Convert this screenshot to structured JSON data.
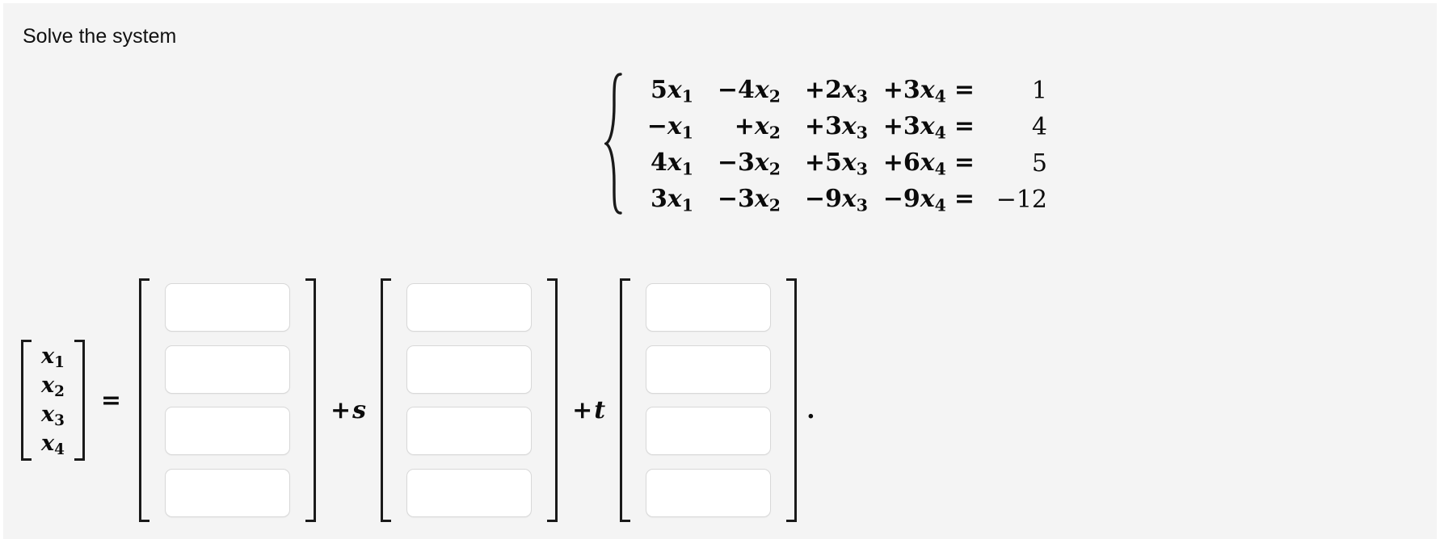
{
  "prompt": "Solve the system",
  "colors": {
    "page_background": "#f4f4f4",
    "input_background": "#ffffff",
    "input_border": "#d8d8d8",
    "math_text": "#0b0b0b",
    "prompt_text": "#111111"
  },
  "system": {
    "brace": "left-curly-brace",
    "rows": [
      {
        "terms": [
          "5x₁",
          "−4x₂",
          "+2x₃",
          "+3x₄"
        ],
        "equals": "=",
        "rhs": "1"
      },
      {
        "terms": [
          "−x₁",
          "+x₂",
          "+3x₃",
          "+3x₄"
        ],
        "equals": "=",
        "rhs": "4"
      },
      {
        "terms": [
          "4x₁",
          "−3x₂",
          "+5x₃",
          "+6x₄"
        ],
        "equals": "=",
        "rhs": "5"
      },
      {
        "terms": [
          "3x₁",
          "−3x₂",
          "−9x₃",
          "−9x₄"
        ],
        "equals": "=",
        "rhs": "−12"
      }
    ],
    "coefficients": [
      [
        5,
        -4,
        2,
        3
      ],
      [
        -1,
        1,
        3,
        3
      ],
      [
        4,
        -3,
        5,
        6
      ],
      [
        3,
        -3,
        -9,
        -9
      ]
    ],
    "constants": [
      1,
      4,
      5,
      -12
    ],
    "variables": [
      "x₁",
      "x₂",
      "x₃",
      "x₄"
    ]
  },
  "answer": {
    "lhs_vector": {
      "entries": [
        "x₁",
        "x₂",
        "x₃",
        "x₄"
      ],
      "bracket": "square-bracket"
    },
    "equals_symbol": "=",
    "vectors": [
      {
        "name": "particular-solution-vector",
        "coefficient_label": "",
        "inputs": [
          {
            "value": "",
            "placeholder": ""
          },
          {
            "value": "",
            "placeholder": ""
          },
          {
            "value": "",
            "placeholder": ""
          },
          {
            "value": "",
            "placeholder": ""
          }
        ]
      },
      {
        "name": "first-basis-vector",
        "coefficient_label": "+s",
        "inputs": [
          {
            "value": "",
            "placeholder": ""
          },
          {
            "value": "",
            "placeholder": ""
          },
          {
            "value": "",
            "placeholder": ""
          },
          {
            "value": "",
            "placeholder": ""
          }
        ]
      },
      {
        "name": "second-basis-vector",
        "coefficient_label": "+t",
        "inputs": [
          {
            "value": "",
            "placeholder": ""
          },
          {
            "value": "",
            "placeholder": ""
          },
          {
            "value": "",
            "placeholder": ""
          },
          {
            "value": "",
            "placeholder": ""
          }
        ]
      }
    ],
    "trailing_punctuation": "."
  }
}
